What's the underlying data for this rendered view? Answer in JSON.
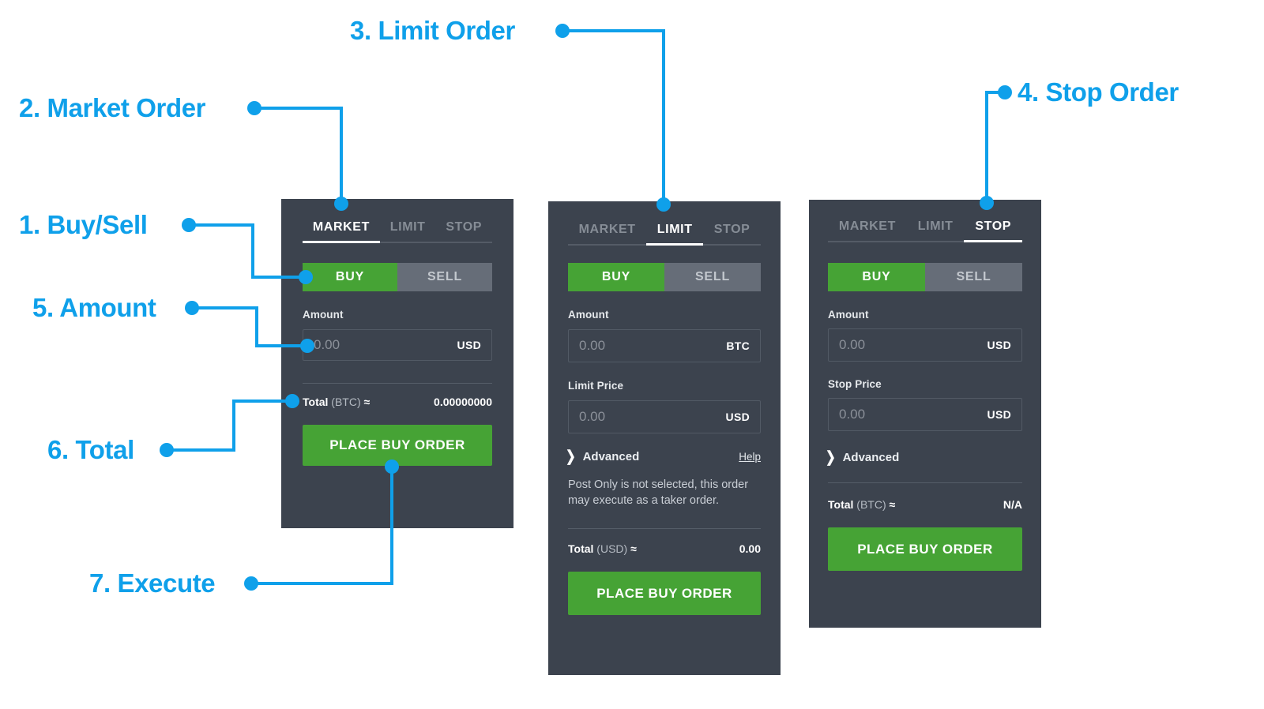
{
  "meta": {
    "accent_blue": "#0fa0ea",
    "panel_bg": "#3c434e",
    "buy_green": "#46a335",
    "sell_gray": "#666d78"
  },
  "annotations": [
    {
      "id": "buy-sell",
      "text": "1. Buy/Sell"
    },
    {
      "id": "market-order",
      "text": "2. Market Order"
    },
    {
      "id": "limit-order",
      "text": "3. Limit Order"
    },
    {
      "id": "stop-order",
      "text": "4. Stop Order"
    },
    {
      "id": "amount",
      "text": "5. Amount"
    },
    {
      "id": "total",
      "text": "6. Total"
    },
    {
      "id": "execute",
      "text": "7. Execute"
    }
  ],
  "panels": [
    {
      "id": "market",
      "tabs": [
        {
          "label": "MARKET",
          "active": true
        },
        {
          "label": "LIMIT",
          "active": false
        },
        {
          "label": "STOP",
          "active": false
        }
      ],
      "side": {
        "buy_label": "BUY",
        "sell_label": "SELL",
        "selected": "BUY"
      },
      "fields": [
        {
          "label": "Amount",
          "placeholder": "0.00",
          "unit": "USD",
          "value": ""
        }
      ],
      "advanced": null,
      "note": null,
      "help_label": null,
      "total": {
        "label": "Total",
        "currency": "(BTC)",
        "approx": "≈",
        "value": "0.00000000"
      },
      "submit_label": "PLACE BUY ORDER"
    },
    {
      "id": "limit",
      "tabs": [
        {
          "label": "MARKET",
          "active": false
        },
        {
          "label": "LIMIT",
          "active": true
        },
        {
          "label": "STOP",
          "active": false
        }
      ],
      "side": {
        "buy_label": "BUY",
        "sell_label": "SELL",
        "selected": "BUY"
      },
      "fields": [
        {
          "label": "Amount",
          "placeholder": "0.00",
          "unit": "BTC",
          "value": ""
        },
        {
          "label": "Limit Price",
          "placeholder": "0.00",
          "unit": "USD",
          "value": ""
        }
      ],
      "advanced": "Advanced",
      "help_label": "Help",
      "note": "Post Only is not selected, this order may execute as a taker order.",
      "total": {
        "label": "Total",
        "currency": "(USD)",
        "approx": "≈",
        "value": "0.00"
      },
      "submit_label": "PLACE BUY ORDER"
    },
    {
      "id": "stop",
      "tabs": [
        {
          "label": "MARKET",
          "active": false
        },
        {
          "label": "LIMIT",
          "active": false
        },
        {
          "label": "STOP",
          "active": true
        }
      ],
      "side": {
        "buy_label": "BUY",
        "sell_label": "SELL",
        "selected": "BUY"
      },
      "fields": [
        {
          "label": "Amount",
          "placeholder": "0.00",
          "unit": "USD",
          "value": ""
        },
        {
          "label": "Stop Price",
          "placeholder": "0.00",
          "unit": "USD",
          "value": ""
        }
      ],
      "advanced": "Advanced",
      "help_label": null,
      "note": null,
      "total": {
        "label": "Total",
        "currency": "(BTC)",
        "approx": "≈",
        "value": "N/A"
      },
      "submit_label": "PLACE BUY ORDER"
    }
  ]
}
